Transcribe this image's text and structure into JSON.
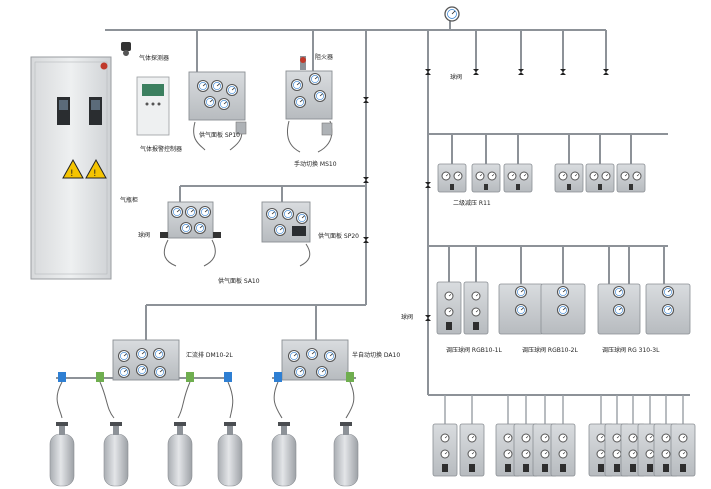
{
  "labels": {
    "gas_detector": "气体探测器",
    "gas_controller": "气体报警控制器",
    "gas_cabinet": "气瓶柜",
    "supply_panel_sp10": "供气面板 SP10",
    "flame_arrestor": "阻火器",
    "manual_switch_ms10": "手动切换 MS10",
    "switch_valve_top": "球阀",
    "switch_valve_mid": "球阀",
    "switch_valve_low": "球阀",
    "supply_panel_sp20": "供气面板 SP20",
    "supply_panel_sa10": "供气面板 SA10",
    "secondary_reducer_r11": "二级减压 R11",
    "manifold_dm10": "汇流排 DM10-2L",
    "semi_auto_da10": "半自动切换 DA10",
    "regulator_rgb10_1l": "调压球阀 RGB10-1L",
    "regulator_rgb10_2l": "调压球阀 RGB10-2L",
    "regulator_rg310_3l": "调压球阀 RG 310-3L"
  },
  "colors": {
    "pipe": "#8d9298",
    "panel": "#c9ccd0",
    "cabinet": "#e6e7e8",
    "cylinder": "#cfd2d6",
    "valve_green": "#6fae4f",
    "valve_blue": "#2e7fd3",
    "warning_yellow": "#f5c400",
    "accent_red": "#c0392b"
  },
  "icons": [
    "gauge-icon",
    "valve-icon",
    "gas-cylinder-icon",
    "warning-sign-icon",
    "detector-icon"
  ]
}
